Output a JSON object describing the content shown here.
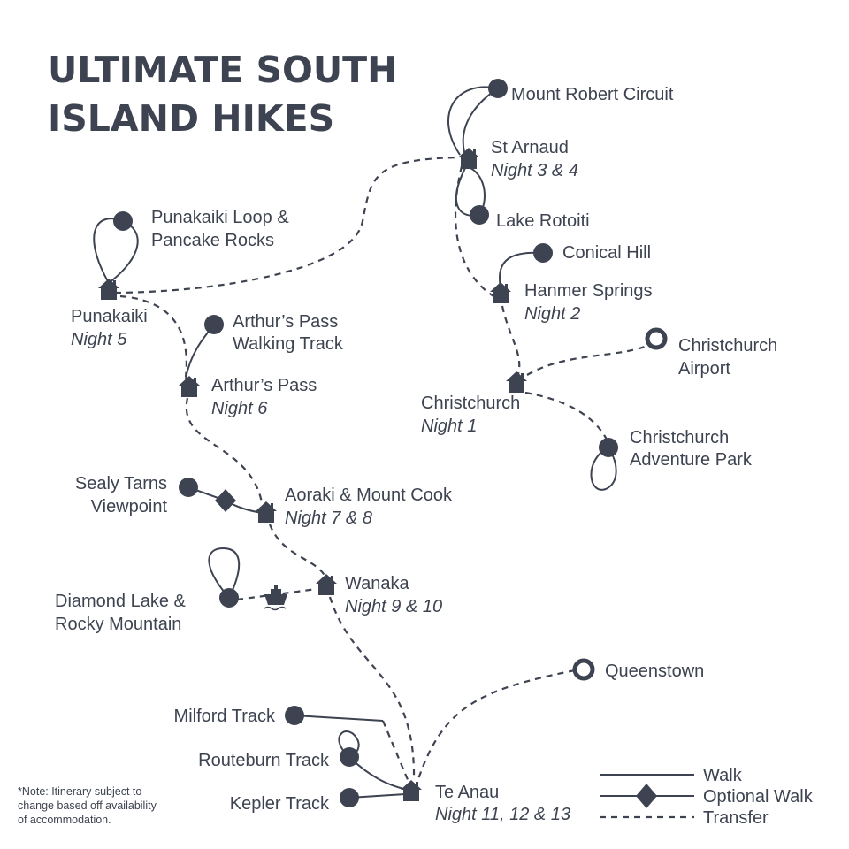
{
  "title": {
    "line1": "ULTIMATE SOUTH",
    "line2": "ISLAND HIKES"
  },
  "stops": {
    "christchurch": {
      "name": "Christchurch",
      "night": "Night 1"
    },
    "hanmer": {
      "name": "Hanmer Springs",
      "night": "Night 2"
    },
    "st_arnaud": {
      "name": "St Arnaud",
      "night": "Night 3 & 4"
    },
    "punakaiki": {
      "name": "Punakaiki",
      "night": "Night 5"
    },
    "arthurs_pass": {
      "name": "Arthur’s Pass",
      "night": "Night 6"
    },
    "aoraki": {
      "name": "Aoraki & Mount Cook",
      "night": "Night 7 & 8"
    },
    "wanaka": {
      "name": "Wanaka",
      "night": "Night 9 & 10"
    },
    "te_anau": {
      "name": "Te Anau",
      "night": "Night 11, 12 & 13"
    }
  },
  "hikes": {
    "mount_robert": "Mount Robert Circuit",
    "lake_rotoiti": "Lake Rotoiti",
    "punakaiki_loop": {
      "line1": "Punakaiki Loop &",
      "line2": "Pancake Rocks"
    },
    "conical_hill": "Conical Hill",
    "arthurs_track": {
      "line1": "Arthur’s Pass",
      "line2": "Walking Track"
    },
    "adventure_park": {
      "line1": "Christchurch",
      "line2": "Adventure Park"
    },
    "sealy_tarns": {
      "line1": "Sealy Tarns",
      "line2": "Viewpoint"
    },
    "diamond_lake": {
      "line1": "Diamond Lake &",
      "line2": "Rocky Mountain"
    },
    "milford": "Milford Track",
    "routeburn": "Routeburn Track",
    "kepler": "Kepler Track"
  },
  "airports": {
    "christchurch_airport": {
      "line1": "Christchurch",
      "line2": "Airport"
    },
    "queenstown": "Queenstown"
  },
  "legend": {
    "walk": "Walk",
    "optional": "Optional Walk",
    "transfer": "Transfer"
  },
  "note": {
    "line1": "*Note: Itinerary  subject to",
    "line2": "change based off availability",
    "line3": "of accommodation."
  },
  "colors": {
    "ink": "#3d4350",
    "background": "#ffffff"
  }
}
